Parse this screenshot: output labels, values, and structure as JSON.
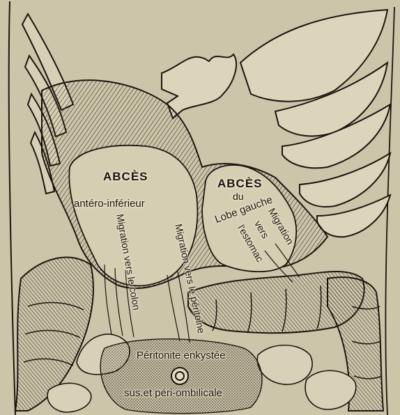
{
  "labels": {
    "abces_ant_title": "ABCÈS",
    "abces_ant_sub": "antéro-inférieur",
    "migration_colon": "Migration vers le colon",
    "migration_peritoine": "Migration vers le péritoine",
    "abces_gauche_title": "ABCÈS",
    "abces_gauche_du": "du",
    "abces_gauche_lobe": "Lobe gauche",
    "migration_estomac_1": "Migration",
    "migration_estomac_2": "vers",
    "migration_estomac_3": "l'estomac",
    "peritonite": "Péritonite enkystée",
    "ombilicale": "sus.et péri-ombilicale"
  },
  "palette": {
    "paper": "#cdc5aa",
    "ink": "#1a150e",
    "label_patch": "#f1ead3",
    "shade": "#8b8270"
  }
}
